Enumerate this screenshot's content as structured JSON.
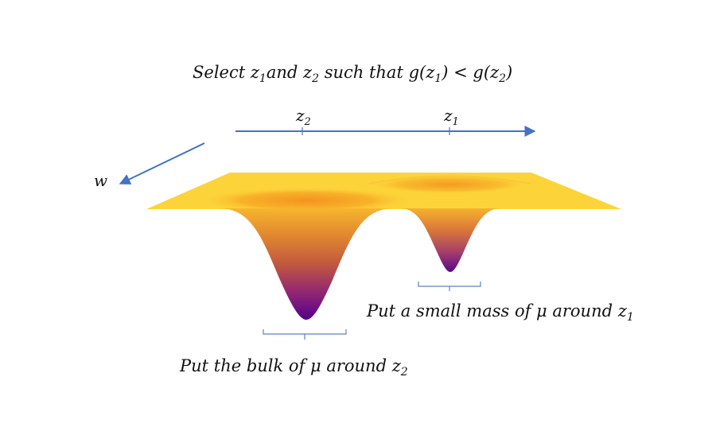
{
  "title": {
    "pre": "Select ",
    "z": "z",
    "sub1": "1",
    "mid": "and ",
    "mid2": " such that ",
    "g": "g",
    "sub2": "2",
    "lt": " < "
  },
  "axis": {
    "z2_var": "z",
    "z2_sub": "2",
    "z1_var": "z",
    "z1_sub": "1",
    "w_label": "w"
  },
  "annotations": {
    "small_text": "Put a small mass of μ around ",
    "small_var": "z",
    "small_sub": "1",
    "bulk_text": "Put the bulk of μ around ",
    "bulk_var": "z",
    "bulk_sub": "2"
  },
  "colors": {
    "arrow": "#4472c4",
    "bracket": "#5b82c8",
    "surface_top": "#fcd43a",
    "well_top": "#f6a12c",
    "well_mid": "#d2622b",
    "well_low": "#a8247a",
    "well_bottom": "#520089"
  }
}
